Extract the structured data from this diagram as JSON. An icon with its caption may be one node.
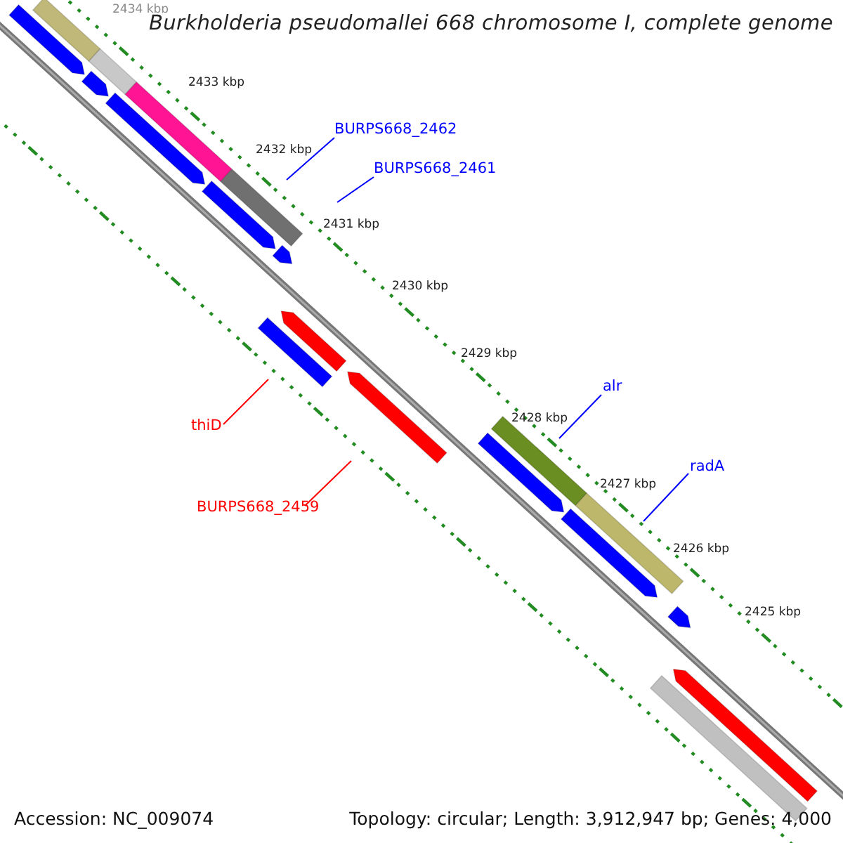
{
  "diagram": {
    "title": "Burkholderia pseudomallei 668 chromosome I, complete genome",
    "nodes": [
      {
        "text": [
          "BURPS668_2462"
        ]
      },
      {
        "text": [
          "BURPS668_2461"
        ]
      },
      {
        "text": [
          "thiD"
        ]
      },
      {
        "text": [
          "BURPS668_2459"
        ]
      },
      {
        "text": [
          "alr"
        ]
      },
      {
        "text": [
          "radA"
        ]
      }
    ],
    "edges": [
      {
        "from": 0,
        "to": null,
        "arrow": "none"
      },
      {
        "from": 1,
        "to": null,
        "arrow": "none"
      },
      {
        "from": 2,
        "to": null,
        "arrow": "none",
        "color": "#ff0000"
      },
      {
        "from": 3,
        "to": null,
        "arrow": "none",
        "color": "#ff0000"
      },
      {
        "from": 4,
        "to": null,
        "arrow": "none"
      },
      {
        "from": 5,
        "to": null,
        "arrow": "none"
      }
    ],
    "labels": [
      "2434 kbp",
      "2433 kbp",
      "2432 kbp",
      "2431 kbp",
      "2430 kbp",
      "2429 kbp",
      "2428 kbp",
      "2427 kbp",
      "2426 kbp",
      "2425 kbp",
      "Accession: NC_009074",
      "Topology: circular; Length: 3,912,947 bp; Genes: 4,000"
    ]
  }
}
